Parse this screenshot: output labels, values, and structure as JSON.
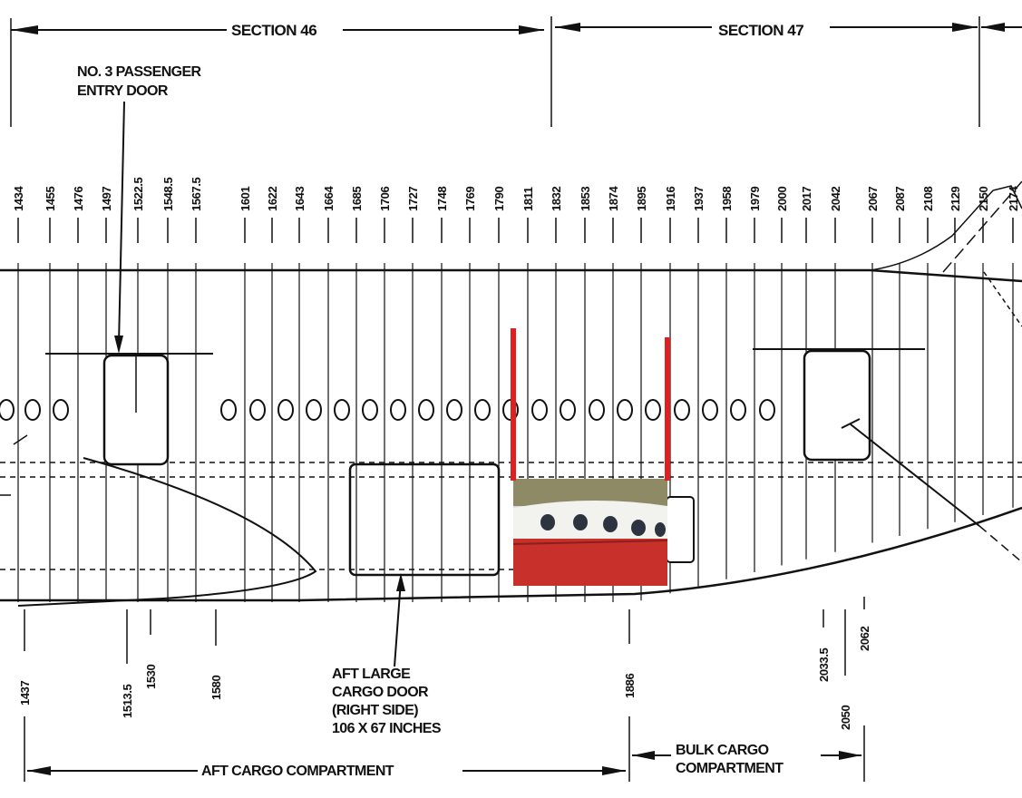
{
  "sections": [
    "SECTION 46",
    "SECTION 47"
  ],
  "top_stations": [
    "1434",
    "1455",
    "1476",
    "1497",
    "1522.5",
    "1548.5",
    "1567.5",
    "1601",
    "1622",
    "1643",
    "1664",
    "1685",
    "1706",
    "1727",
    "1748",
    "1769",
    "1790",
    "1811",
    "1832",
    "1853",
    "1874",
    "1895",
    "1916",
    "1937",
    "1958",
    "1979",
    "2000",
    "2017",
    "2042",
    "2067",
    "2087",
    "2108",
    "2129",
    "2150",
    "2174"
  ],
  "bottom_stations": [
    "1437",
    "1513.5",
    "1530",
    "1580",
    "1886",
    "2033.5",
    "2050",
    "2062"
  ],
  "labels": {
    "passenger_door": [
      "NO. 3 PASSENGER",
      "ENTRY DOOR"
    ],
    "cargo_door": [
      "AFT LARGE",
      "CARGO DOOR",
      "(RIGHT SIDE)",
      "106 X 67 INCHES"
    ],
    "aft_cargo": "AFT CARGO COMPARTMENT",
    "bulk_cargo": [
      "BULK CARGO",
      "COMPARTMENT"
    ]
  },
  "colors": {
    "ink": "#111111",
    "marker_red": "#e02020",
    "photo_sky": "#d6d9dc",
    "photo_hull": "#f2f2ee",
    "photo_red_band": "#c8302c"
  }
}
